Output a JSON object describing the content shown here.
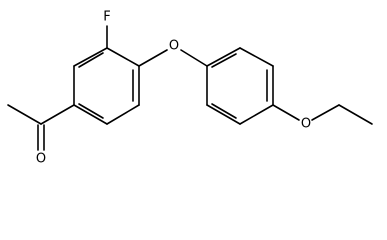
{
  "structure": {
    "atoms": {
      "fluorine": "F",
      "ether_oxygen": "O",
      "ethoxy_oxygen": "O",
      "carbonyl_oxygen": "O"
    },
    "colors": {
      "bond": "#000000",
      "label": "#000000",
      "background": "#ffffff"
    }
  }
}
